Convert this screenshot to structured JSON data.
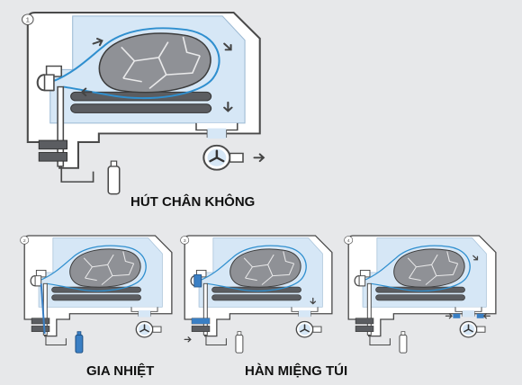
{
  "colors": {
    "background": "#e7e8ea",
    "housing": "#ffffff",
    "outline": "#4a4a4a",
    "vacuum_fill": "#d6e7f6",
    "bag_line": "#2f8fcf",
    "meat": "#8f9196",
    "gas_active": "#3a7fc4",
    "arrow": "#444444"
  },
  "steps": [
    {
      "number": "1",
      "caption": "HÚT CHÂN KHÔNG",
      "gas_active": false,
      "seal_active": false
    },
    {
      "number": "2",
      "caption": "GIA NHIỆT",
      "gas_active": true,
      "seal_active": false
    },
    {
      "number": "3",
      "caption": "HÀN MIỆNG TÚI",
      "gas_active": false,
      "seal_active": true
    },
    {
      "number": "4",
      "caption": "",
      "gas_active": false,
      "seal_active": true
    }
  ],
  "icons": {
    "pump": "vacuum-pump-icon",
    "gas": "gas-cylinder-icon",
    "flow": "airflow-arrow-icon"
  }
}
